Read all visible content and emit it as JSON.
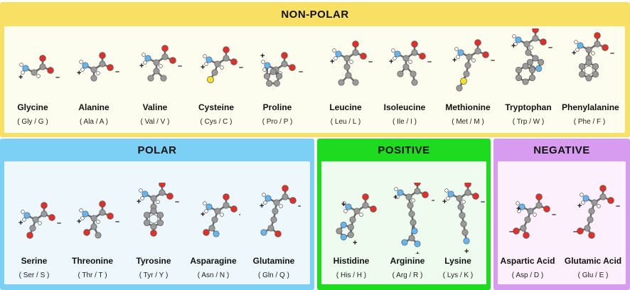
{
  "groups": {
    "nonpolar": {
      "title": "NON-POLAR"
    },
    "polar": {
      "title": "POLAR"
    },
    "positive": {
      "title": "POSITIVE"
    },
    "negative": {
      "title": "NEGATIVE"
    }
  },
  "amino_acids": {
    "gly": {
      "name": "Glycine",
      "abbr": "( Gly / G )"
    },
    "ala": {
      "name": "Alanine",
      "abbr": "( Ala / A )"
    },
    "val": {
      "name": "Valine",
      "abbr": "( Val / V )"
    },
    "cys": {
      "name": "Cysteine",
      "abbr": "( Cys / C )"
    },
    "pro": {
      "name": "Proline",
      "abbr": "( Pro / P )"
    },
    "leu": {
      "name": "Leucine",
      "abbr": "( Leu / L )"
    },
    "ile": {
      "name": "Isoleucine",
      "abbr": "( Ile / I )"
    },
    "met": {
      "name": "Methionine",
      "abbr": "( Met / M )"
    },
    "trp": {
      "name": "Tryptophan",
      "abbr": "( Trp / W )"
    },
    "phe": {
      "name": "Phenylalanine",
      "abbr": "( Phe / F )"
    },
    "ser": {
      "name": "Serine",
      "abbr": "( Ser / S )"
    },
    "thr": {
      "name": "Threonine",
      "abbr": "( Thr / T )"
    },
    "tyr": {
      "name": "Tyrosine",
      "abbr": "( Tyr / Y )"
    },
    "asn": {
      "name": "Asparagine",
      "abbr": "( Asn / N )"
    },
    "gln": {
      "name": "Glutamine",
      "abbr": "( Gln / Q )"
    },
    "his": {
      "name": "Histidine",
      "abbr": "( His / H )"
    },
    "arg": {
      "name": "Arginine",
      "abbr": "( Arg / R )"
    },
    "lys": {
      "name": "Lysine",
      "abbr": "( Lys / K )"
    },
    "asp": {
      "name": "Aspartic Acid",
      "abbr": "( Asp / D )"
    },
    "glu": {
      "name": "Glutamic Acid",
      "abbr": "( Glu / E )"
    }
  },
  "charge_labels": {
    "plus": "+",
    "minus": "–"
  },
  "colors": {
    "nonpolar": "#f8e064",
    "polar": "#7cd0f5",
    "positive": "#1fdb1f",
    "negative": "#d79bf0",
    "carbon": "#9a9a9a",
    "oxygen": "#e0302a",
    "nitrogen": "#63b6f2",
    "sulfur": "#f2e02a",
    "hydrogen": "#ffffff"
  }
}
